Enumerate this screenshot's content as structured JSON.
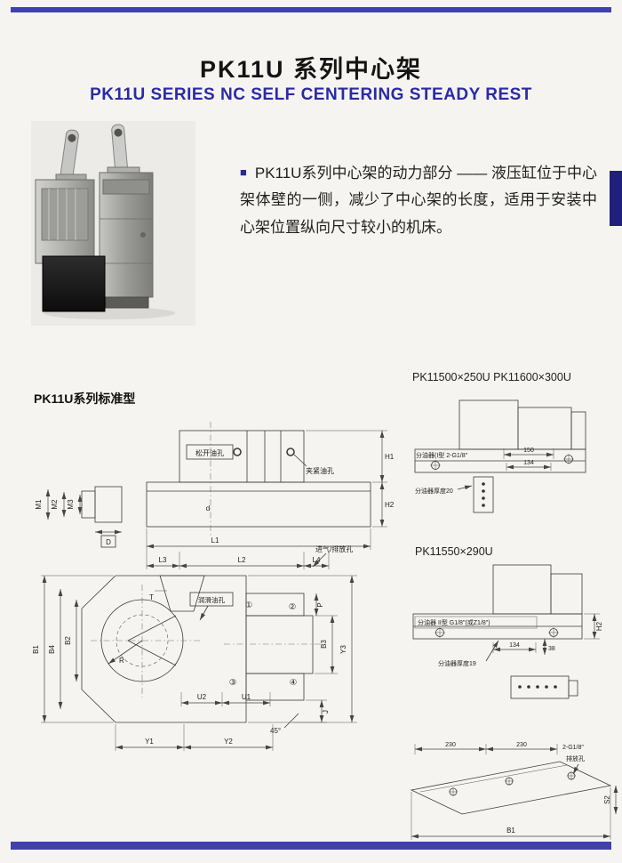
{
  "colors": {
    "accent_blue": "#4040ae",
    "subtitle_blue": "#2b2ba4",
    "navy_block": "#20207c"
  },
  "header": {
    "title_cn": "PK11U 系列中心架",
    "title_en": "PK11U SERIES NC SELF CENTERING STEADY REST"
  },
  "intro": {
    "bullet": "■",
    "text": "PK11U系列中心架的动力部分 —— 液压缸位于中心架体壁的一侧，减少了中心架的长度，适用于安装中心架位置纵向尺寸较小的机床。"
  },
  "sections": {
    "standard_type": "PK11U系列标准型",
    "models_top": "PK11500×250U PK11600×300U",
    "model_mid": "PK11550×290U"
  },
  "main_drawing": {
    "top_view": {
      "release_port": "松开油孔",
      "clamp_port": "夹紧油孔",
      "h1": "H1",
      "h2": "H2",
      "m1": "M1",
      "m2": "M2",
      "m3": "M3",
      "dim_d_big": "D",
      "dim_d_small": "d",
      "l1": "L1",
      "l2": "L2",
      "l3": "L3",
      "l4": "L4",
      "vent_port": "进气/排放孔"
    },
    "front_view": {
      "t": "T",
      "lube_port": "润滑油孔",
      "port1": "①",
      "port2": "②",
      "port3": "③",
      "port4": "④",
      "b1": "B1",
      "b2": "B2",
      "b3": "B3",
      "b4": "B4",
      "p": "P",
      "r": "R",
      "u1": "U1",
      "u2": "U2",
      "j": "J",
      "y1": "Y1",
      "y2": "Y2",
      "y3": "Y3",
      "angle": "45°"
    }
  },
  "detail_top": {
    "dim_150": "150",
    "dim_134": "134",
    "distributor_label": "分油器(I型 2-G1/8\"",
    "thickness_label": "分油器厚度20"
  },
  "detail_mid": {
    "distributor_label": "分油器 II型 G1/8\"(或Z1/8\")",
    "thickness_label": "分油器厚度19",
    "dim_134": "134",
    "dim_38": "38",
    "h2": "H2"
  },
  "detail_bottom": {
    "dim_230_left": "230",
    "dim_230_right": "230",
    "thread_label": "2-G1/8\"",
    "drain_label": "排放孔",
    "b1": "B1",
    "s2": "S2"
  }
}
